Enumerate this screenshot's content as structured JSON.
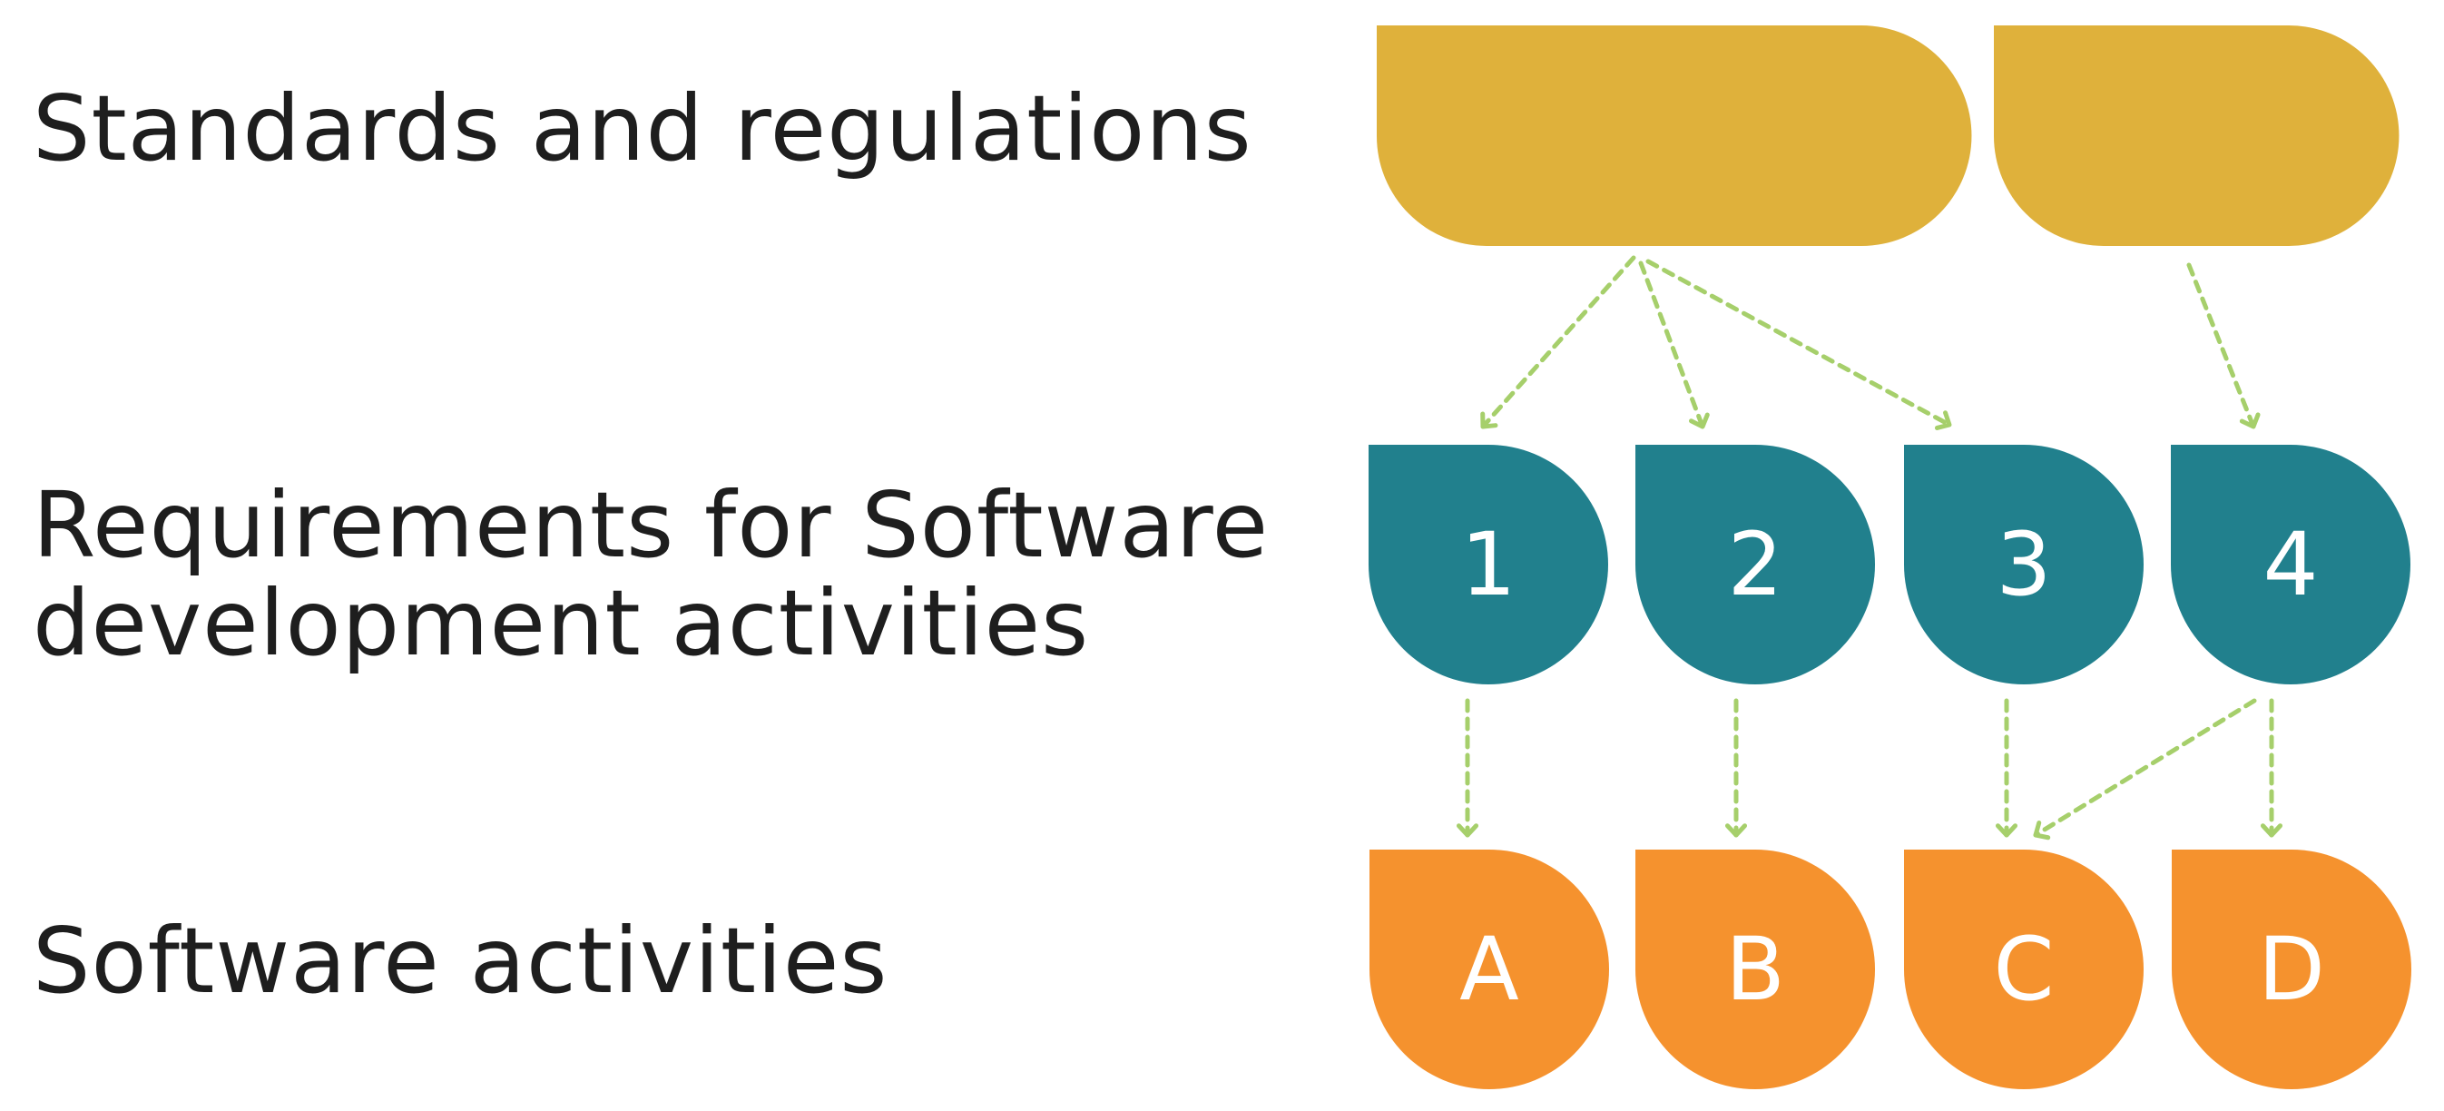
{
  "labels": {
    "standards": "Standards and regulations",
    "requirements_line1": "Requirements for Software",
    "requirements_line2": "development activities",
    "activities": "Software activities"
  },
  "requirements": [
    {
      "id": "req-1",
      "label": "1"
    },
    {
      "id": "req-2",
      "label": "2"
    },
    {
      "id": "req-3",
      "label": "3"
    },
    {
      "id": "req-4",
      "label": "4"
    }
  ],
  "activities": [
    {
      "id": "act-a",
      "label": "A"
    },
    {
      "id": "act-b",
      "label": "B"
    },
    {
      "id": "act-c",
      "label": "C"
    },
    {
      "id": "act-d",
      "label": "D"
    }
  ],
  "links": [
    {
      "from": "standard-1",
      "to": "req-1"
    },
    {
      "from": "standard-1",
      "to": "req-2"
    },
    {
      "from": "standard-1",
      "to": "req-3"
    },
    {
      "from": "standard-2",
      "to": "req-4"
    },
    {
      "from": "req-1",
      "to": "act-a"
    },
    {
      "from": "req-2",
      "to": "act-b"
    },
    {
      "from": "req-3",
      "to": "act-c"
    },
    {
      "from": "req-4",
      "to": "act-c"
    },
    {
      "from": "req-4",
      "to": "act-d"
    }
  ],
  "colors": {
    "standards": "#dfb13b",
    "requirements": "#21808d",
    "activities": "#f5922e",
    "arrows": "#a6cf6b",
    "text": "#1e1e1e"
  }
}
